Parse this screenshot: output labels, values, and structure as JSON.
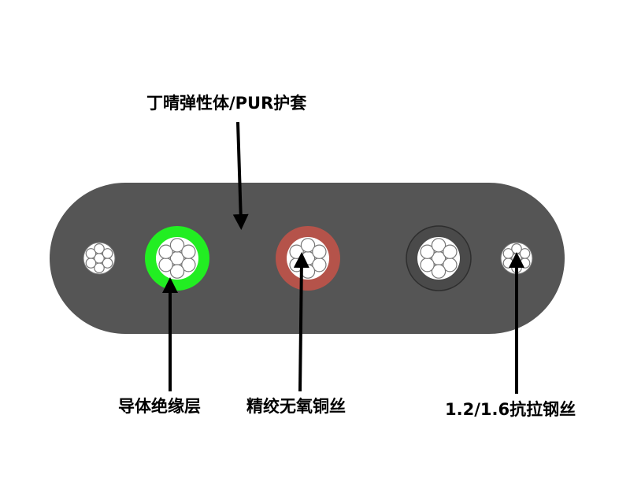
{
  "labels": {
    "jacket": "丁晴弹性体/PUR护套",
    "insulation": "导体绝缘层",
    "conductor": "精绞无氧铜丝",
    "steel_wire": "1.2/1.6抗拉钢丝"
  },
  "colors": {
    "sheath": "#555555",
    "insulation_green": "#22ee22",
    "insulation_red": "#b5534a",
    "insulation_dark": "#4a4a4a",
    "strand_fill": "#ffffff",
    "strand_stroke": "#777777",
    "arrow": "#000000"
  }
}
